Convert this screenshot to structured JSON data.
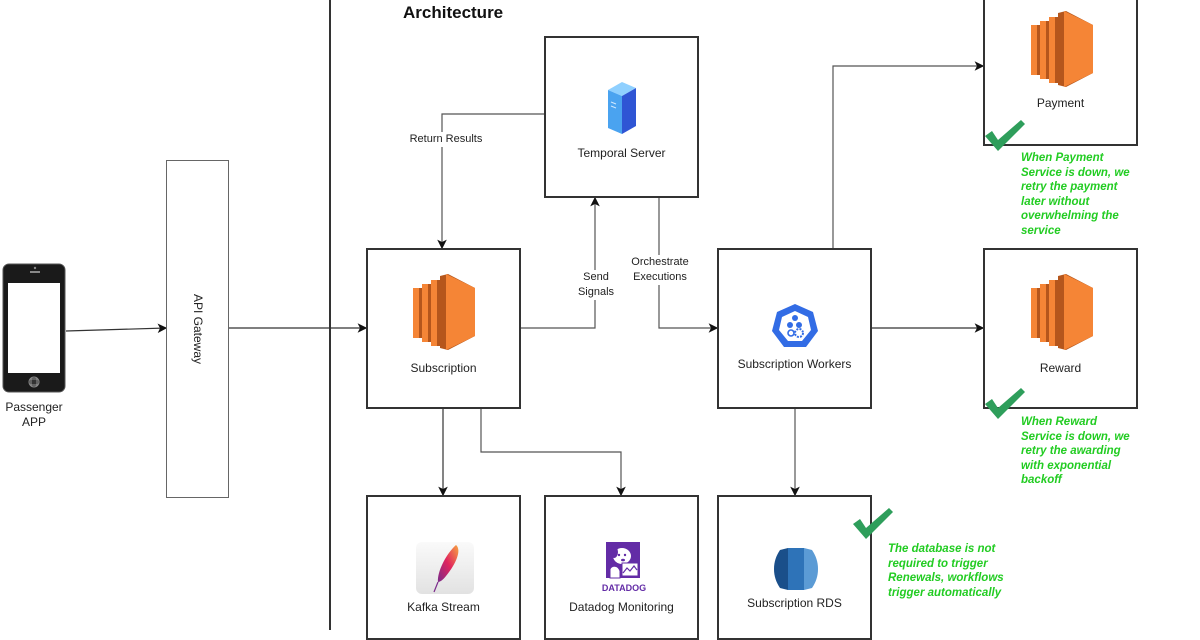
{
  "diagram": {
    "title": "Architecture",
    "nodes": {
      "passenger_app": {
        "label_line1": "Passenger",
        "label_line2": "APP",
        "icon": "mobile-phone-icon"
      },
      "api_gateway": {
        "label": "API Gateway"
      },
      "temporal_server": {
        "label": "Temporal Server",
        "icon": "server-icon"
      },
      "subscription": {
        "label": "Subscription",
        "icon": "aws-ec2-icon"
      },
      "subscription_workers": {
        "label": "Subscription Workers",
        "icon": "kubernetes-icon"
      },
      "payment": {
        "label": "Payment",
        "icon": "aws-ec2-icon"
      },
      "reward": {
        "label": "Reward",
        "icon": "aws-ec2-icon"
      },
      "kafka_stream": {
        "label": "Kafka Stream",
        "icon": "kafka-feather-icon"
      },
      "datadog_monitoring": {
        "label": "Datadog Monitoring",
        "icon": "datadog-icon",
        "logo_text": "DATADOG"
      },
      "subscription_rds": {
        "label": "Subscription RDS",
        "icon": "aws-rds-icon"
      }
    },
    "edges": [
      {
        "from": "passenger_app",
        "to": "api_gateway",
        "label": ""
      },
      {
        "from": "api_gateway",
        "to": "subscription",
        "label": ""
      },
      {
        "from": "temporal_server",
        "to": "subscription",
        "label": "Return Results"
      },
      {
        "from": "subscription",
        "to": "temporal_server",
        "label_line1": "Send",
        "label_line2": "Signals"
      },
      {
        "from": "temporal_server",
        "to": "subscription_workers",
        "label_line1": "Orchestrate",
        "label_line2": "Executions"
      },
      {
        "from": "subscription_workers",
        "to": "payment",
        "label": ""
      },
      {
        "from": "subscription_workers",
        "to": "reward",
        "label": ""
      },
      {
        "from": "subscription_workers",
        "to": "subscription_rds",
        "label": ""
      },
      {
        "from": "subscription",
        "to": "kafka_stream",
        "label": ""
      },
      {
        "from": "subscription",
        "to": "datadog_monitoring",
        "label": ""
      }
    ],
    "notes": {
      "payment": [
        "When Payment",
        "Service is down, we",
        "retry the payment",
        "later without",
        "overwhelming the",
        "service"
      ],
      "reward": [
        "When Reward",
        "Service is down, we",
        "retry the awarding",
        "with exponential",
        "backoff"
      ],
      "rds": [
        "The database is not",
        "required to trigger",
        "Renewals, workflows",
        "trigger automatically"
      ]
    },
    "colors": {
      "note_text": "#22cc22",
      "checkmark": "#2e9e5b",
      "aws_orange": "#f58536",
      "k8s_blue": "#326ce5",
      "datadog_purple": "#632ca6",
      "rds_blue": "#2e73b8"
    }
  }
}
